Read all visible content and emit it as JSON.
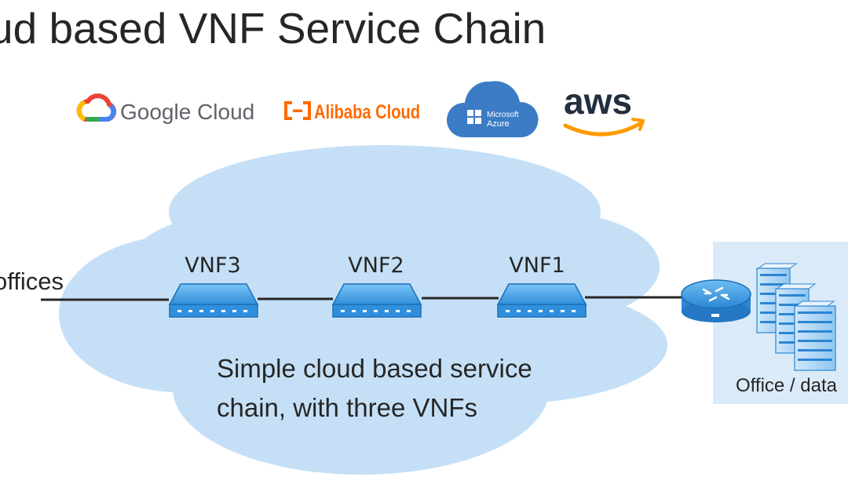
{
  "title": "ud based VNF Service Chain",
  "logos": {
    "google": "Google Cloud",
    "alibaba": "Alibaba Cloud",
    "azure_line1": "Microsoft",
    "azure_line2": "Azure",
    "aws": "aws"
  },
  "cloud": {
    "caption_line1": "Simple cloud based service",
    "caption_line2": "chain, with three VNFs",
    "vnfs": [
      "VNF3",
      "VNF2",
      "VNF1"
    ]
  },
  "left_label": "offices",
  "datacenter_label": "Office / data",
  "colors": {
    "cloud_fill": "#c5e0f6",
    "datacenter_panel": "#dbeaf8",
    "device_blue": "#4aa3e8",
    "line": "#262626",
    "google_gray": "#5f6368",
    "alibaba_orange": "#ff6a00",
    "azure_blue": "#3b7cc4",
    "aws_dark": "#232f3e",
    "aws_orange": "#ff9900"
  }
}
